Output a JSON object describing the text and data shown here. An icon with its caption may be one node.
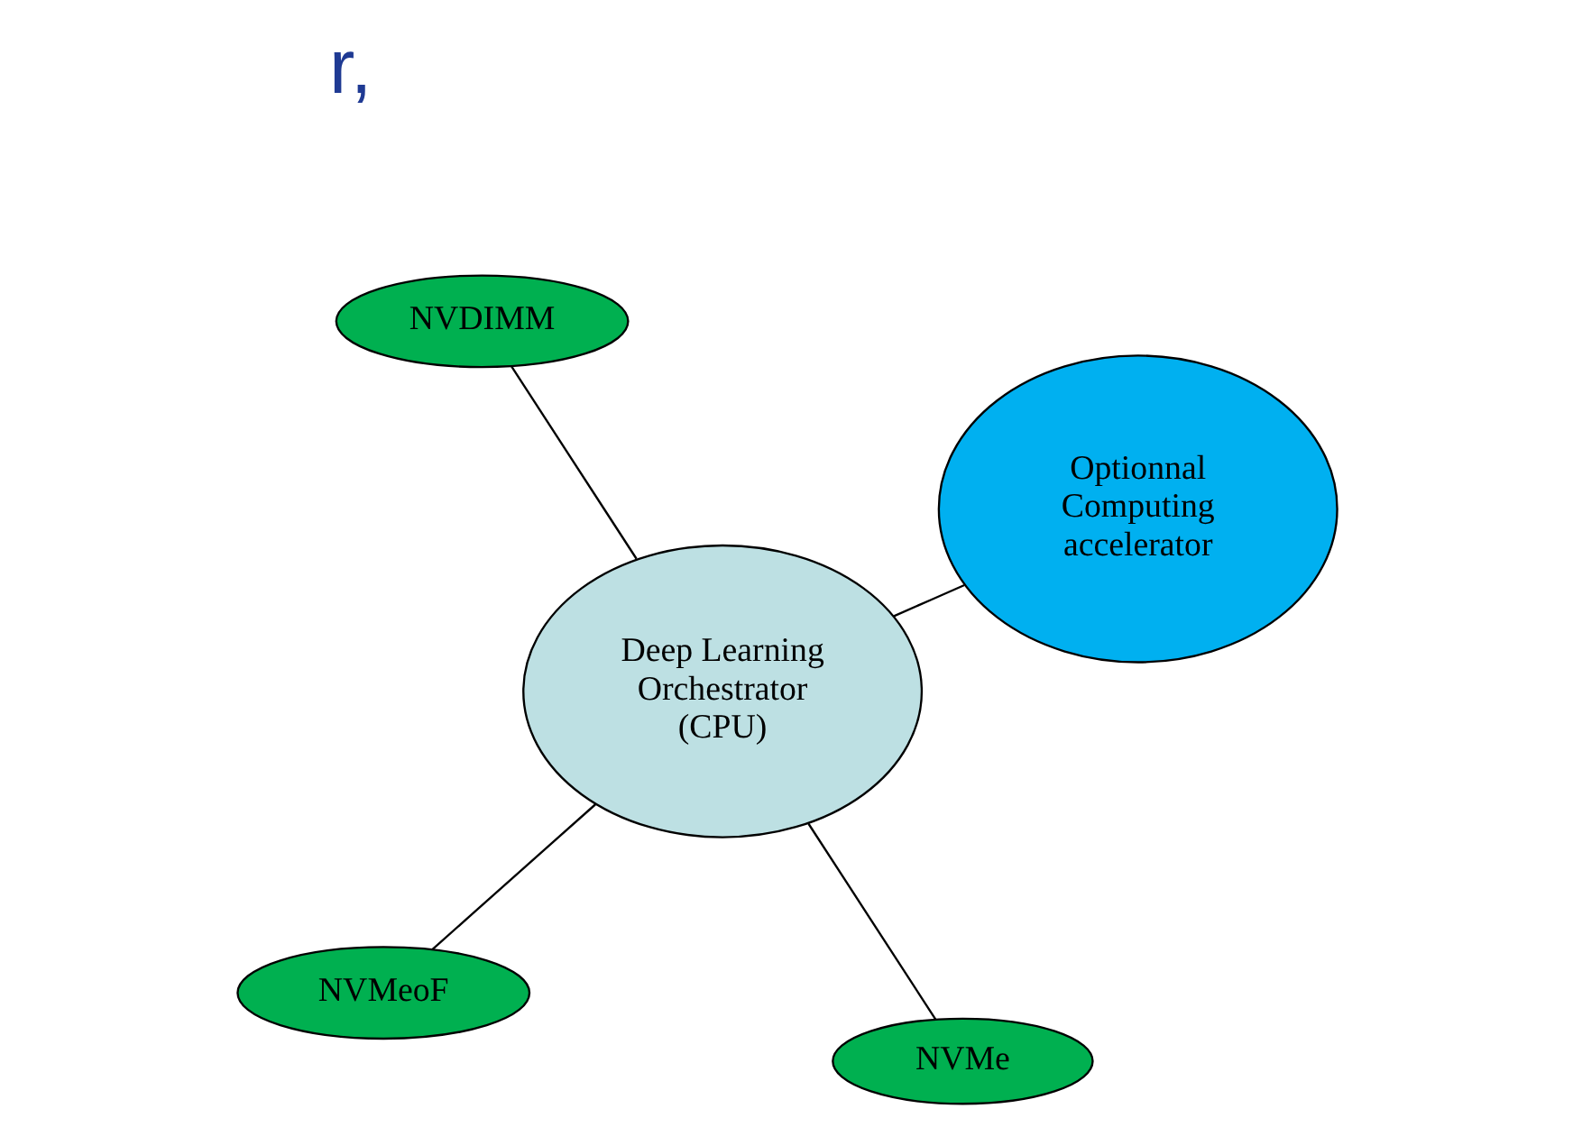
{
  "diagram": {
    "nodes": [
      {
        "text": [
          "Deep Learning Orchestrator (CPU)"
        ]
      },
      {
        "text": [
          "NVMe"
        ]
      },
      {
        "text": [
          "NVMeoF"
        ]
      },
      {
        "text": [
          "NVDIMM"
        ]
      },
      {
        "text": [
          "Optionnal Computing accelerator"
        ]
      }
    ],
    "edges": [
      {
        "from": 0,
        "to": 1,
        "arrow": "none"
      },
      {
        "from": 0,
        "to": 2,
        "arrow": "none"
      },
      {
        "from": 0,
        "to": 3,
        "arrow": "none"
      },
      {
        "from": 0,
        "to": 4,
        "arrow": "none"
      }
    ],
    "labels": [
      "r,"
    ]
  }
}
